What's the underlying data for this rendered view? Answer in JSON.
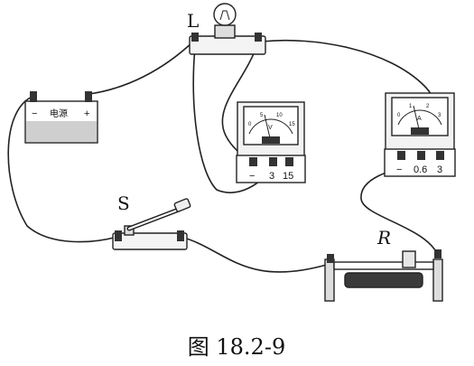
{
  "labels": {
    "lamp": "L",
    "switch": "S",
    "rheostat": "R",
    "battery": "电源",
    "battery_minus": "−",
    "battery_plus": "+"
  },
  "voltmeter": {
    "unit": "V",
    "terminal_minus": "−",
    "terminal_3": "3",
    "terminal_15": "15",
    "scale": [
      "0",
      "5",
      "10",
      "15"
    ]
  },
  "ammeter": {
    "unit": "A",
    "terminal_minus": "−",
    "terminal_06": "0.6",
    "terminal_3": "3",
    "scale": [
      "0",
      "1",
      "2",
      "3"
    ]
  },
  "caption": "图 18.2-9"
}
